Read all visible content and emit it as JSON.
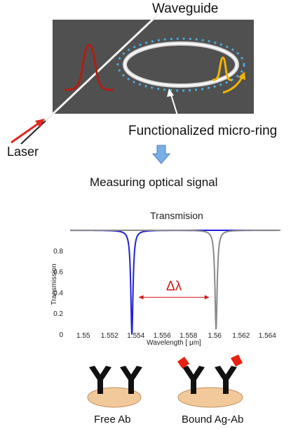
{
  "labels": {
    "waveguide": "Waveguide",
    "micro_ring": "Functionalized micro-ring",
    "laser": "Laser",
    "measuring": "Measuring optical signal",
    "delta": "Δλ",
    "free_ab": "Free Ab",
    "bound_ab": "Bound Ag-Ab"
  },
  "colors": {
    "panel": "#505050",
    "laser_arrow": "#e0281e",
    "pulse": "#b01e14",
    "ring_signal": "#f0b400",
    "dots": "#4aa8dc",
    "curve_free": "#2020d8",
    "curve_bound": "#8a8a8a",
    "antibody": "#111111",
    "antigen": "#e82010",
    "base": "#f2c99a"
  },
  "chart_data": {
    "type": "line",
    "title": "Transmision",
    "xlabel": "Wavelength [ μm]",
    "ylabel": "Transmission",
    "xlim": [
      1.549,
      1.565
    ],
    "ylim": [
      0,
      1.0
    ],
    "xticks": [
      "1.55",
      "1.552",
      "1.554",
      "1.556",
      "1.558",
      "1.56",
      "1.562",
      "1.564"
    ],
    "xtick_values": [
      1.55,
      1.552,
      1.554,
      1.556,
      1.558,
      1.56,
      1.562,
      1.564
    ],
    "yticks": [
      "0",
      "0.2",
      "0.4",
      "0.6",
      "0.8"
    ],
    "ytick_values": [
      0,
      0.2,
      0.4,
      0.6,
      0.8
    ],
    "series": [
      {
        "dip_center": 1.5537,
        "dip_width": 0.0001,
        "min": 0.0,
        "color": "#2020d8"
      },
      {
        "dip_center": 1.5601,
        "dip_width": 0.0001,
        "min": 0.05,
        "color": "#8a8a8a"
      }
    ],
    "annotation": {
      "text": "Δλ",
      "from": 1.5542,
      "to": 1.5596,
      "y": 0.36
    }
  }
}
